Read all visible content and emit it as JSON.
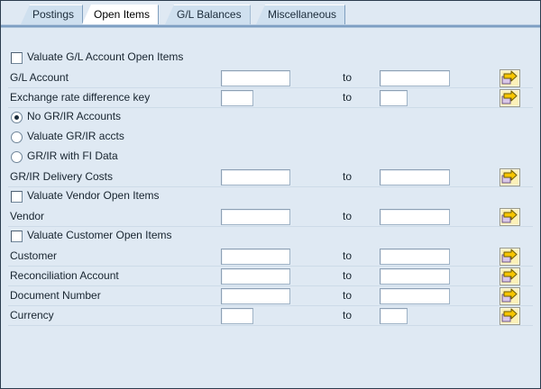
{
  "window": {
    "background_color": "#dfe9f3",
    "border_color": "#2b3c4e"
  },
  "tabs": {
    "active_index": 1,
    "items": [
      {
        "label": "Postings"
      },
      {
        "label": "Open Items"
      },
      {
        "label": "G/L Balances"
      },
      {
        "label": "Miscellaneous"
      }
    ]
  },
  "form": {
    "rows": [
      {
        "type": "checkbox",
        "name": "valuate-gl-account-open-items",
        "label": "Valuate G/L Account Open Items",
        "checked": false
      },
      {
        "type": "range",
        "name": "gl-account",
        "label": "G/L Account",
        "from_value": "",
        "to_label": "to",
        "to_value": "",
        "size": "wide",
        "has_arrow_button": true
      },
      {
        "type": "range",
        "name": "exchange-rate-difference-key",
        "label": "Exchange rate difference key",
        "from_value": "",
        "to_label": "to",
        "to_value": "",
        "size": "small",
        "has_arrow_button": true
      },
      {
        "type": "radio",
        "name": "no-gr-ir-accounts",
        "label": "No GR/IR Accounts",
        "selected": true
      },
      {
        "type": "radio",
        "name": "valuate-gr-ir-accts",
        "label": "Valuate GR/IR accts",
        "selected": false
      },
      {
        "type": "radio",
        "name": "gr-ir-with-fi-data",
        "label": "GR/IR with FI Data",
        "selected": false
      },
      {
        "type": "range",
        "name": "gr-ir-delivery-costs",
        "label": "GR/IR Delivery Costs",
        "from_value": "",
        "to_label": "to",
        "to_value": "",
        "size": "wide",
        "has_arrow_button": true
      },
      {
        "type": "checkbox",
        "name": "valuate-vendor-open-items",
        "label": "Valuate Vendor Open Items",
        "checked": false
      },
      {
        "type": "range",
        "name": "vendor",
        "label": "Vendor",
        "from_value": "",
        "to_label": "to",
        "to_value": "",
        "size": "wide",
        "has_arrow_button": true
      },
      {
        "type": "checkbox",
        "name": "valuate-customer-open-items",
        "label": "Valuate Customer Open Items",
        "checked": false
      },
      {
        "type": "range",
        "name": "customer",
        "label": "Customer",
        "from_value": "",
        "to_label": "to",
        "to_value": "",
        "size": "wide",
        "has_arrow_button": true
      },
      {
        "type": "range",
        "name": "reconciliation-account",
        "label": "Reconciliation Account",
        "from_value": "",
        "to_label": "to",
        "to_value": "",
        "size": "wide",
        "has_arrow_button": true
      },
      {
        "type": "range",
        "name": "document-number",
        "label": "Document Number",
        "from_value": "",
        "to_label": "to",
        "to_value": "",
        "size": "wide",
        "has_arrow_button": true
      },
      {
        "type": "range",
        "name": "currency",
        "label": "Currency",
        "from_value": "",
        "to_label": "to",
        "to_value": "",
        "size": "small",
        "has_arrow_button": true
      }
    ],
    "icons": {
      "multiple_selection": "multiple-selection-arrow-icon"
    },
    "colors": {
      "arrow_button_face": "#fbf0b8",
      "arrow_glyph": "#f7c600",
      "arrow_folder": "#d9c7e8",
      "field_background": "#ffffff"
    }
  }
}
